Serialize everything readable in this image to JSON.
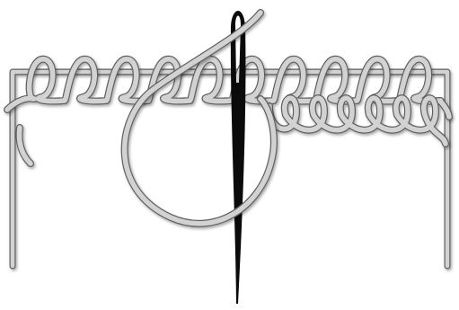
{
  "illustration": {
    "subject": "needle-and-thread-looped-stitch-on-frame",
    "colors": {
      "background": "#ffffff",
      "thread_fill": "#d2d2d2",
      "thread_outline": "#5e5e5e",
      "thread_shadow": "#b4b4b4",
      "frame_fill": "#d8d8d8",
      "frame_outline": "#6a6a6a",
      "needle": "#0b0b0b"
    },
    "icons": {
      "needle": "sewing-needle-icon",
      "thread": "thread-loop-icon",
      "frame": "wire-frame-icon"
    },
    "counts": {
      "top_row_loops": 10,
      "second_row_loops": 6
    }
  }
}
